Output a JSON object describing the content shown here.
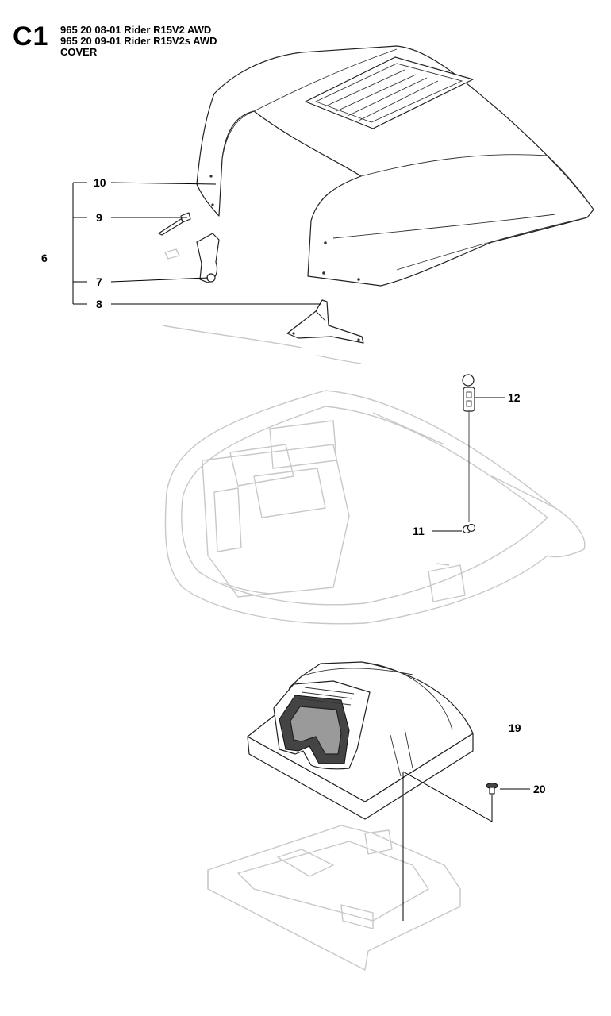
{
  "header": {
    "code": "C1",
    "lines": [
      "965 20 08-01 Rider R15V2 AWD",
      "965 20 09-01 Rider R15V2s AWD",
      "COVER"
    ]
  },
  "callouts": {
    "c10": "10",
    "c9": "9",
    "c6": "6",
    "c7": "7",
    "c8": "8",
    "c12": "12",
    "c11": "11",
    "c19": "19",
    "c20": "20"
  }
}
